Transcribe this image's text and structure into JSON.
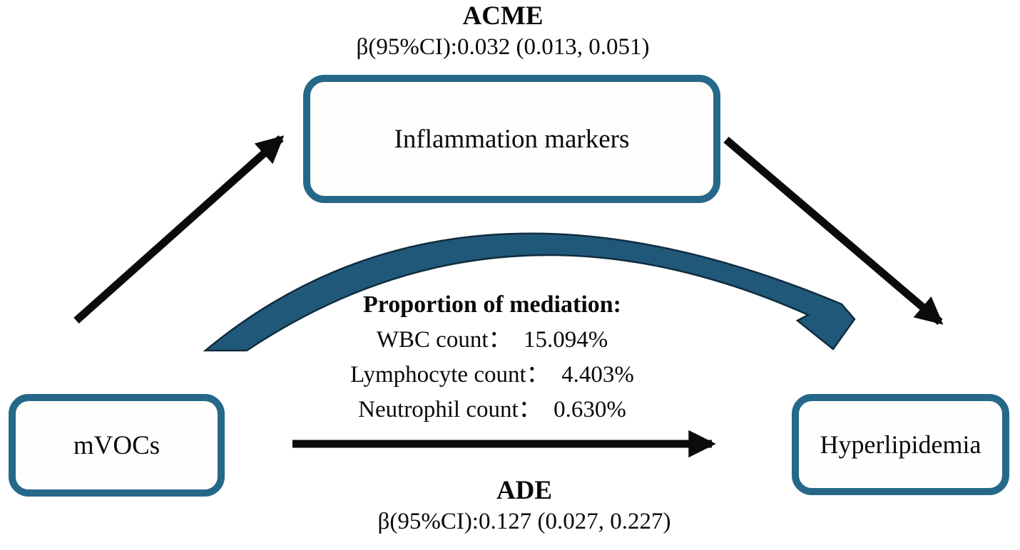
{
  "diagram": {
    "top": {
      "title": "ACME",
      "beta": "β(95%CI):0.032 (0.013, 0.051)"
    },
    "boxes": {
      "mediator": {
        "label": "Inflammation markers"
      },
      "exposure": {
        "label": "mVOCs"
      },
      "outcome": {
        "label": "Hyperlipidemia"
      }
    },
    "mediation": {
      "title": "Proportion of mediation:",
      "lines": [
        "WBC count：  15.094%",
        "Lymphocyte count：  4.403%",
        "Neutrophil count：  0.630%"
      ],
      "items": [
        {
          "label": "WBC count",
          "value_pct": 15.094
        },
        {
          "label": "Lymphocyte count",
          "value_pct": 4.403
        },
        {
          "label": "Neutrophil count",
          "value_pct": 0.63
        }
      ]
    },
    "bottom": {
      "title": "ADE",
      "beta": "β(95%CI):0.127 (0.027, 0.227)"
    },
    "arrows": {
      "exposure_to_mediator": "black-straight-arrow",
      "mediator_to_outcome": "black-straight-arrow",
      "exposure_to_outcome_direct": "black-straight-arrow",
      "exposure_to_outcome_indirect": "teal-curved-arrow"
    },
    "colors": {
      "box_border": "#266889",
      "curved_arrow_fill": "#20587A",
      "curved_arrow_outline": "#0F2C3E",
      "black": "#0B0B0B",
      "background": "#FFFFFF"
    }
  }
}
